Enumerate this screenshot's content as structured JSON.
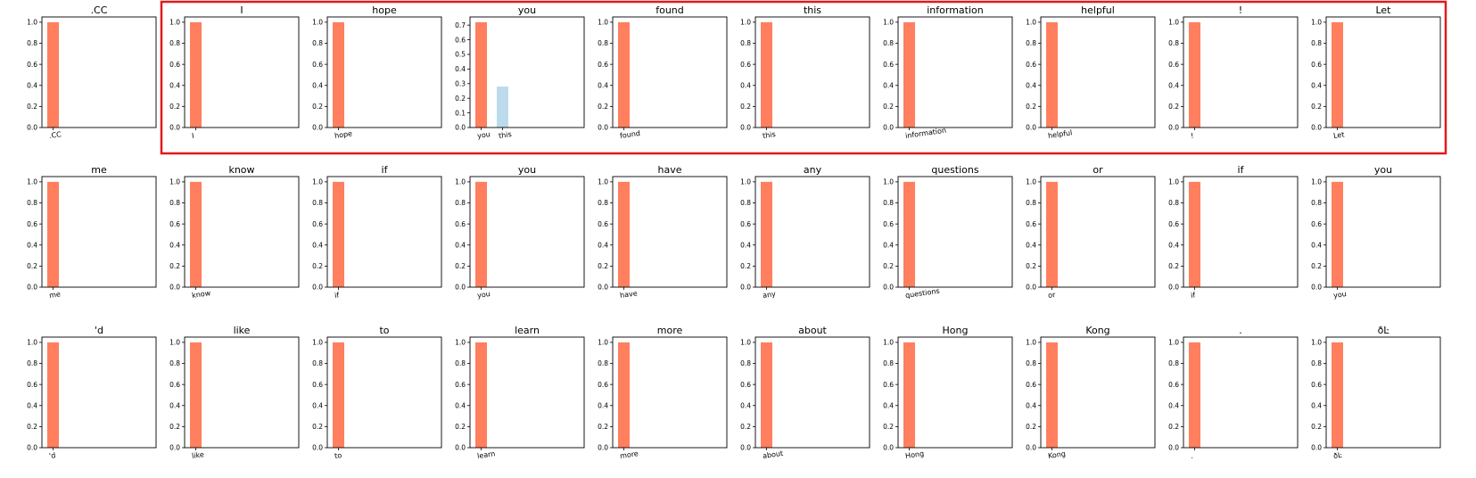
{
  "colors": {
    "primary_bar": "#FF7F5E",
    "secondary_bar": "#BBDBEA",
    "highlight": "#E3191C",
    "axes": "#000000"
  },
  "highlight": {
    "row": 0,
    "from_panel": 1,
    "to_panel": 9
  },
  "chart_data": [
    {
      "type": "bar",
      "title": ".CC",
      "categories": [
        ".CC"
      ],
      "values": [
        1.0
      ],
      "ylim": [
        0,
        1.05
      ],
      "yticks": [
        0.0,
        0.2,
        0.4,
        0.6,
        0.8,
        1.0
      ]
    },
    {
      "type": "bar",
      "title": "I",
      "categories": [
        "I"
      ],
      "values": [
        1.0
      ],
      "ylim": [
        0,
        1.05
      ],
      "yticks": [
        0.0,
        0.2,
        0.4,
        0.6,
        0.8,
        1.0
      ]
    },
    {
      "type": "bar",
      "title": "hope",
      "categories": [
        "hope"
      ],
      "values": [
        1.0
      ],
      "ylim": [
        0,
        1.05
      ],
      "yticks": [
        0.0,
        0.2,
        0.4,
        0.6,
        0.8,
        1.0
      ]
    },
    {
      "type": "bar",
      "title": "you",
      "categories": [
        "you",
        "this"
      ],
      "values": [
        0.72,
        0.28
      ],
      "ylim": [
        0,
        0.756
      ],
      "yticks": [
        0.0,
        0.1,
        0.2,
        0.3,
        0.4,
        0.5,
        0.6,
        0.7
      ]
    },
    {
      "type": "bar",
      "title": "found",
      "categories": [
        "found"
      ],
      "values": [
        1.0
      ],
      "ylim": [
        0,
        1.05
      ],
      "yticks": [
        0.0,
        0.2,
        0.4,
        0.6,
        0.8,
        1.0
      ]
    },
    {
      "type": "bar",
      "title": "this",
      "categories": [
        "this"
      ],
      "values": [
        1.0
      ],
      "ylim": [
        0,
        1.05
      ],
      "yticks": [
        0.0,
        0.2,
        0.4,
        0.6,
        0.8,
        1.0
      ]
    },
    {
      "type": "bar",
      "title": "information",
      "categories": [
        "information"
      ],
      "values": [
        1.0
      ],
      "ylim": [
        0,
        1.05
      ],
      "yticks": [
        0.0,
        0.2,
        0.4,
        0.6,
        0.8,
        1.0
      ]
    },
    {
      "type": "bar",
      "title": "helpful",
      "categories": [
        "helpful"
      ],
      "values": [
        1.0
      ],
      "ylim": [
        0,
        1.05
      ],
      "yticks": [
        0.0,
        0.2,
        0.4,
        0.6,
        0.8,
        1.0
      ]
    },
    {
      "type": "bar",
      "title": "!",
      "categories": [
        "!"
      ],
      "values": [
        1.0
      ],
      "ylim": [
        0,
        1.05
      ],
      "yticks": [
        0.0,
        0.2,
        0.4,
        0.6,
        0.8,
        1.0
      ]
    },
    {
      "type": "bar",
      "title": "Let",
      "categories": [
        "Let"
      ],
      "values": [
        1.0
      ],
      "ylim": [
        0,
        1.05
      ],
      "yticks": [
        0.0,
        0.2,
        0.4,
        0.6,
        0.8,
        1.0
      ]
    },
    {
      "type": "bar",
      "title": "me",
      "categories": [
        "me"
      ],
      "values": [
        1.0
      ],
      "ylim": [
        0,
        1.05
      ],
      "yticks": [
        0.0,
        0.2,
        0.4,
        0.6,
        0.8,
        1.0
      ]
    },
    {
      "type": "bar",
      "title": "know",
      "categories": [
        "know"
      ],
      "values": [
        1.0
      ],
      "ylim": [
        0,
        1.05
      ],
      "yticks": [
        0.0,
        0.2,
        0.4,
        0.6,
        0.8,
        1.0
      ]
    },
    {
      "type": "bar",
      "title": "if",
      "categories": [
        "if"
      ],
      "values": [
        1.0
      ],
      "ylim": [
        0,
        1.05
      ],
      "yticks": [
        0.0,
        0.2,
        0.4,
        0.6,
        0.8,
        1.0
      ]
    },
    {
      "type": "bar",
      "title": "you",
      "categories": [
        "you"
      ],
      "values": [
        1.0
      ],
      "ylim": [
        0,
        1.05
      ],
      "yticks": [
        0.0,
        0.2,
        0.4,
        0.6,
        0.8,
        1.0
      ]
    },
    {
      "type": "bar",
      "title": "have",
      "categories": [
        "have"
      ],
      "values": [
        1.0
      ],
      "ylim": [
        0,
        1.05
      ],
      "yticks": [
        0.0,
        0.2,
        0.4,
        0.6,
        0.8,
        1.0
      ]
    },
    {
      "type": "bar",
      "title": "any",
      "categories": [
        "any"
      ],
      "values": [
        1.0
      ],
      "ylim": [
        0,
        1.05
      ],
      "yticks": [
        0.0,
        0.2,
        0.4,
        0.6,
        0.8,
        1.0
      ]
    },
    {
      "type": "bar",
      "title": "questions",
      "categories": [
        "questions"
      ],
      "values": [
        1.0
      ],
      "ylim": [
        0,
        1.05
      ],
      "yticks": [
        0.0,
        0.2,
        0.4,
        0.6,
        0.8,
        1.0
      ]
    },
    {
      "type": "bar",
      "title": "or",
      "categories": [
        "or"
      ],
      "values": [
        1.0
      ],
      "ylim": [
        0,
        1.05
      ],
      "yticks": [
        0.0,
        0.2,
        0.4,
        0.6,
        0.8,
        1.0
      ]
    },
    {
      "type": "bar",
      "title": "if",
      "categories": [
        "if"
      ],
      "values": [
        1.0
      ],
      "ylim": [
        0,
        1.05
      ],
      "yticks": [
        0.0,
        0.2,
        0.4,
        0.6,
        0.8,
        1.0
      ]
    },
    {
      "type": "bar",
      "title": "you",
      "categories": [
        "you"
      ],
      "values": [
        1.0
      ],
      "ylim": [
        0,
        1.05
      ],
      "yticks": [
        0.0,
        0.2,
        0.4,
        0.6,
        0.8,
        1.0
      ]
    },
    {
      "type": "bar",
      "title": "'d",
      "categories": [
        "'d"
      ],
      "values": [
        1.0
      ],
      "ylim": [
        0,
        1.05
      ],
      "yticks": [
        0.0,
        0.2,
        0.4,
        0.6,
        0.8,
        1.0
      ]
    },
    {
      "type": "bar",
      "title": "like",
      "categories": [
        "like"
      ],
      "values": [
        1.0
      ],
      "ylim": [
        0,
        1.05
      ],
      "yticks": [
        0.0,
        0.2,
        0.4,
        0.6,
        0.8,
        1.0
      ]
    },
    {
      "type": "bar",
      "title": "to",
      "categories": [
        "to"
      ],
      "values": [
        1.0
      ],
      "ylim": [
        0,
        1.05
      ],
      "yticks": [
        0.0,
        0.2,
        0.4,
        0.6,
        0.8,
        1.0
      ]
    },
    {
      "type": "bar",
      "title": "learn",
      "categories": [
        "learn"
      ],
      "values": [
        1.0
      ],
      "ylim": [
        0,
        1.05
      ],
      "yticks": [
        0.0,
        0.2,
        0.4,
        0.6,
        0.8,
        1.0
      ]
    },
    {
      "type": "bar",
      "title": "more",
      "categories": [
        "more"
      ],
      "values": [
        1.0
      ],
      "ylim": [
        0,
        1.05
      ],
      "yticks": [
        0.0,
        0.2,
        0.4,
        0.6,
        0.8,
        1.0
      ]
    },
    {
      "type": "bar",
      "title": "about",
      "categories": [
        "about"
      ],
      "values": [
        1.0
      ],
      "ylim": [
        0,
        1.05
      ],
      "yticks": [
        0.0,
        0.2,
        0.4,
        0.6,
        0.8,
        1.0
      ]
    },
    {
      "type": "bar",
      "title": "Hong",
      "categories": [
        "Hong"
      ],
      "values": [
        1.0
      ],
      "ylim": [
        0,
        1.05
      ],
      "yticks": [
        0.0,
        0.2,
        0.4,
        0.6,
        0.8,
        1.0
      ]
    },
    {
      "type": "bar",
      "title": "Kong",
      "categories": [
        "Kong"
      ],
      "values": [
        1.0
      ],
      "ylim": [
        0,
        1.05
      ],
      "yticks": [
        0.0,
        0.2,
        0.4,
        0.6,
        0.8,
        1.0
      ]
    },
    {
      "type": "bar",
      "title": ".",
      "categories": [
        "."
      ],
      "values": [
        1.0
      ],
      "ylim": [
        0,
        1.05
      ],
      "yticks": [
        0.0,
        0.2,
        0.4,
        0.6,
        0.8,
        1.0
      ]
    },
    {
      "type": "bar",
      "title": "ðĿ",
      "categories": [
        "ðĿ"
      ],
      "values": [
        1.0
      ],
      "ylim": [
        0,
        1.05
      ],
      "yticks": [
        0.0,
        0.2,
        0.4,
        0.6,
        0.8,
        1.0
      ]
    }
  ]
}
